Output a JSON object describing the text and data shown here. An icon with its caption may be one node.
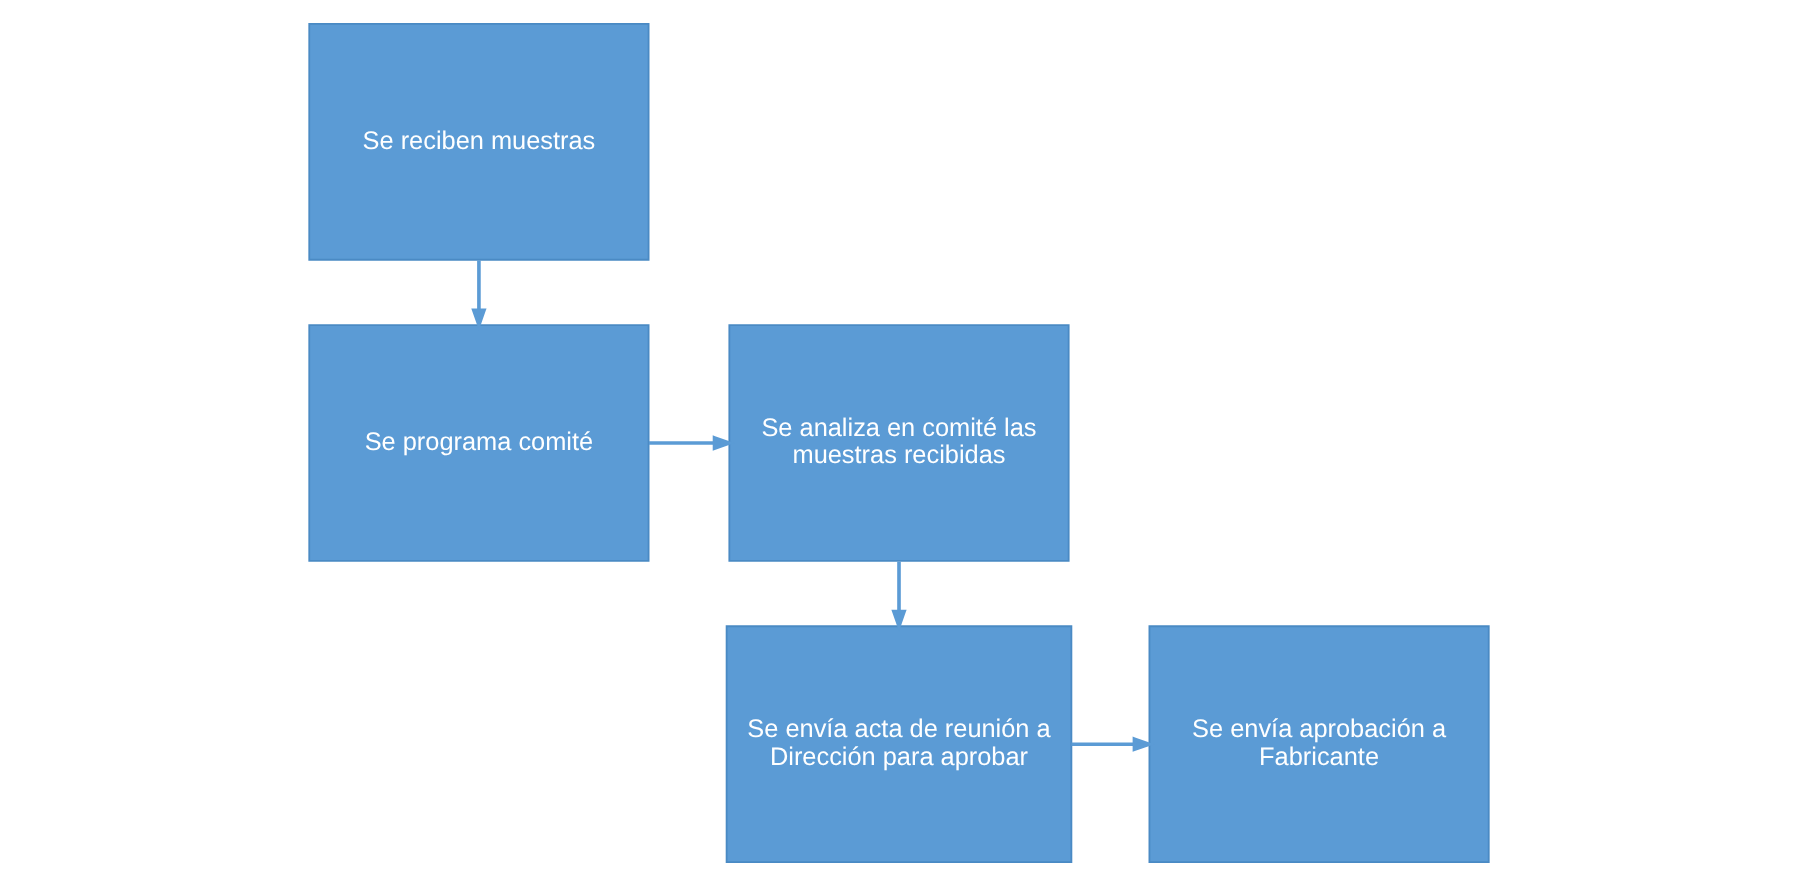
{
  "diagram": {
    "nodes": [
      {
        "text": [
          "Se reciben muestras"
        ]
      },
      {
        "text": [
          "Se programa comité"
        ]
      },
      {
        "text": [
          "Se analiza en comité las muestras recibidas"
        ]
      },
      {
        "text": [
          "Se envía acta de reunión a Dirección para aprobar"
        ]
      },
      {
        "text": [
          "Se envía aprobación a Fabricante"
        ]
      }
    ],
    "edges": [
      {
        "from": 0,
        "to": 1,
        "arrow": "to"
      },
      {
        "from": 1,
        "to": 2,
        "arrow": "to"
      },
      {
        "from": 2,
        "to": 3,
        "arrow": "to"
      },
      {
        "from": 3,
        "to": 4,
        "arrow": "to"
      }
    ]
  }
}
